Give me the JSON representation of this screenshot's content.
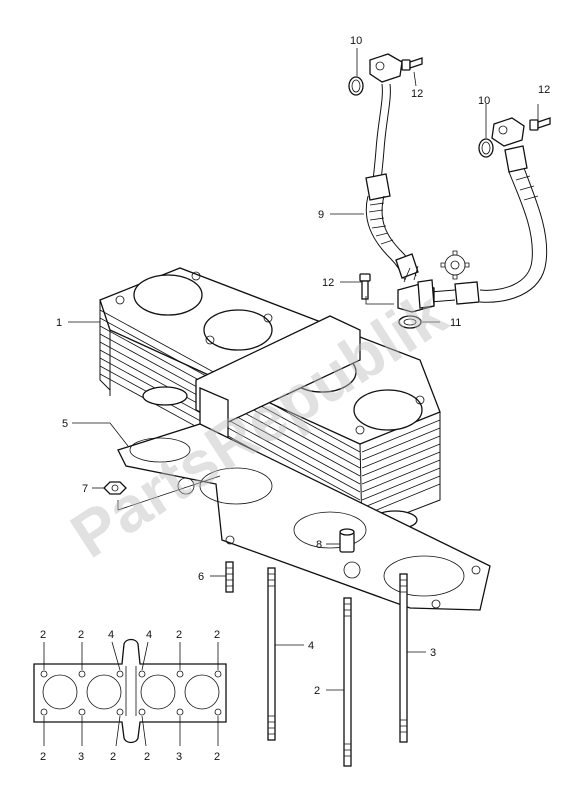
{
  "watermark": {
    "text": "PartsRepublik"
  },
  "callouts": [
    {
      "id": "c10a",
      "text": "10"
    },
    {
      "id": "c12a",
      "text": "12"
    },
    {
      "id": "c10b",
      "text": "10"
    },
    {
      "id": "c12b",
      "text": "12"
    },
    {
      "id": "c9",
      "text": "9"
    },
    {
      "id": "c12c",
      "text": "12"
    },
    {
      "id": "c11",
      "text": "11"
    },
    {
      "id": "c1",
      "text": "1"
    },
    {
      "id": "c5",
      "text": "5"
    },
    {
      "id": "c7",
      "text": "7"
    },
    {
      "id": "c8",
      "text": "8"
    },
    {
      "id": "c6",
      "text": "6"
    },
    {
      "id": "c4",
      "text": "4"
    },
    {
      "id": "c2",
      "text": "2"
    },
    {
      "id": "c3",
      "text": "3"
    }
  ],
  "gasket_inset_labels": {
    "top": [
      "2",
      "2",
      "4",
      "4",
      "2",
      "2"
    ],
    "bottom": [
      "2",
      "3",
      "2",
      "2",
      "3",
      "2"
    ]
  },
  "colors": {
    "line": "#111111",
    "watermark": "#bdbdbd"
  },
  "icons": [
    "gear-icon"
  ]
}
